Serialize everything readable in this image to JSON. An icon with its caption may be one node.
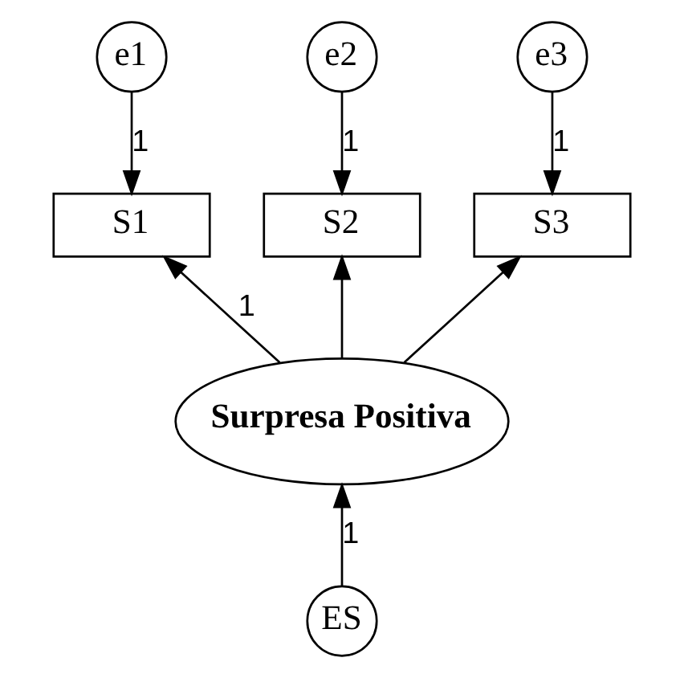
{
  "diagram": {
    "nodes": [
      {
        "text": [
          "e1"
        ]
      },
      {
        "text": [
          "e2"
        ]
      },
      {
        "text": [
          "e3"
        ]
      },
      {
        "text": [
          "S1"
        ]
      },
      {
        "text": [
          "S2"
        ]
      },
      {
        "text": [
          "S3"
        ]
      },
      {
        "text": [
          "Surpresa Positiva"
        ]
      },
      {
        "text": [
          "ES"
        ]
      }
    ],
    "edges": [
      {
        "from": 0,
        "to": 3,
        "arrow": "to",
        "label": "1"
      },
      {
        "from": 1,
        "to": 4,
        "arrow": "to",
        "label": "1"
      },
      {
        "from": 2,
        "to": 5,
        "arrow": "to",
        "label": "1"
      },
      {
        "from": 6,
        "to": 3,
        "arrow": "to",
        "label": "1"
      },
      {
        "from": 6,
        "to": 4,
        "arrow": "to"
      },
      {
        "from": 6,
        "to": 5,
        "arrow": "to"
      },
      {
        "from": 7,
        "to": 6,
        "arrow": "to",
        "label": "1"
      }
    ]
  }
}
